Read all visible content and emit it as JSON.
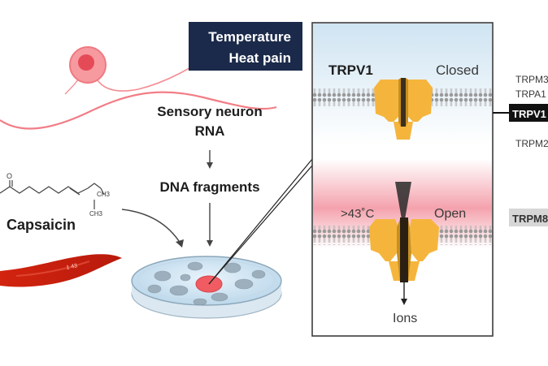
{
  "header": {
    "line1": "Temperature",
    "line2": "Heat pain"
  },
  "workflow": {
    "neuron_line1": "Sensory neuron",
    "neuron_line2": "RNA",
    "dna": "DNA fragments"
  },
  "molecule": {
    "name": "Capsaicin",
    "atom_o": "O",
    "ch3_top": "CH3",
    "ch3_bottom": "CH3",
    "pepper_mark": "1 43"
  },
  "panel": {
    "channel": "TRPV1",
    "closed": "Closed",
    "open": "Open",
    "temp": ">43˚C",
    "ions": "Ions"
  },
  "right_list": {
    "trpm3": "TRPM3",
    "trpa1": "TRPA1",
    "trpv1": "TRPV1",
    "trpm2": "TRPM2",
    "trpm8": "TRPM8"
  },
  "colors": {
    "navy": "#1b2a4a",
    "channel_yellow": "#f5b53d",
    "channel_dark": "#b8860b",
    "pepper_red": "#c81e10",
    "neuron_pink": "#f06e78",
    "cold_top": "#dcebf5",
    "hot_band": "#f08c9a"
  }
}
